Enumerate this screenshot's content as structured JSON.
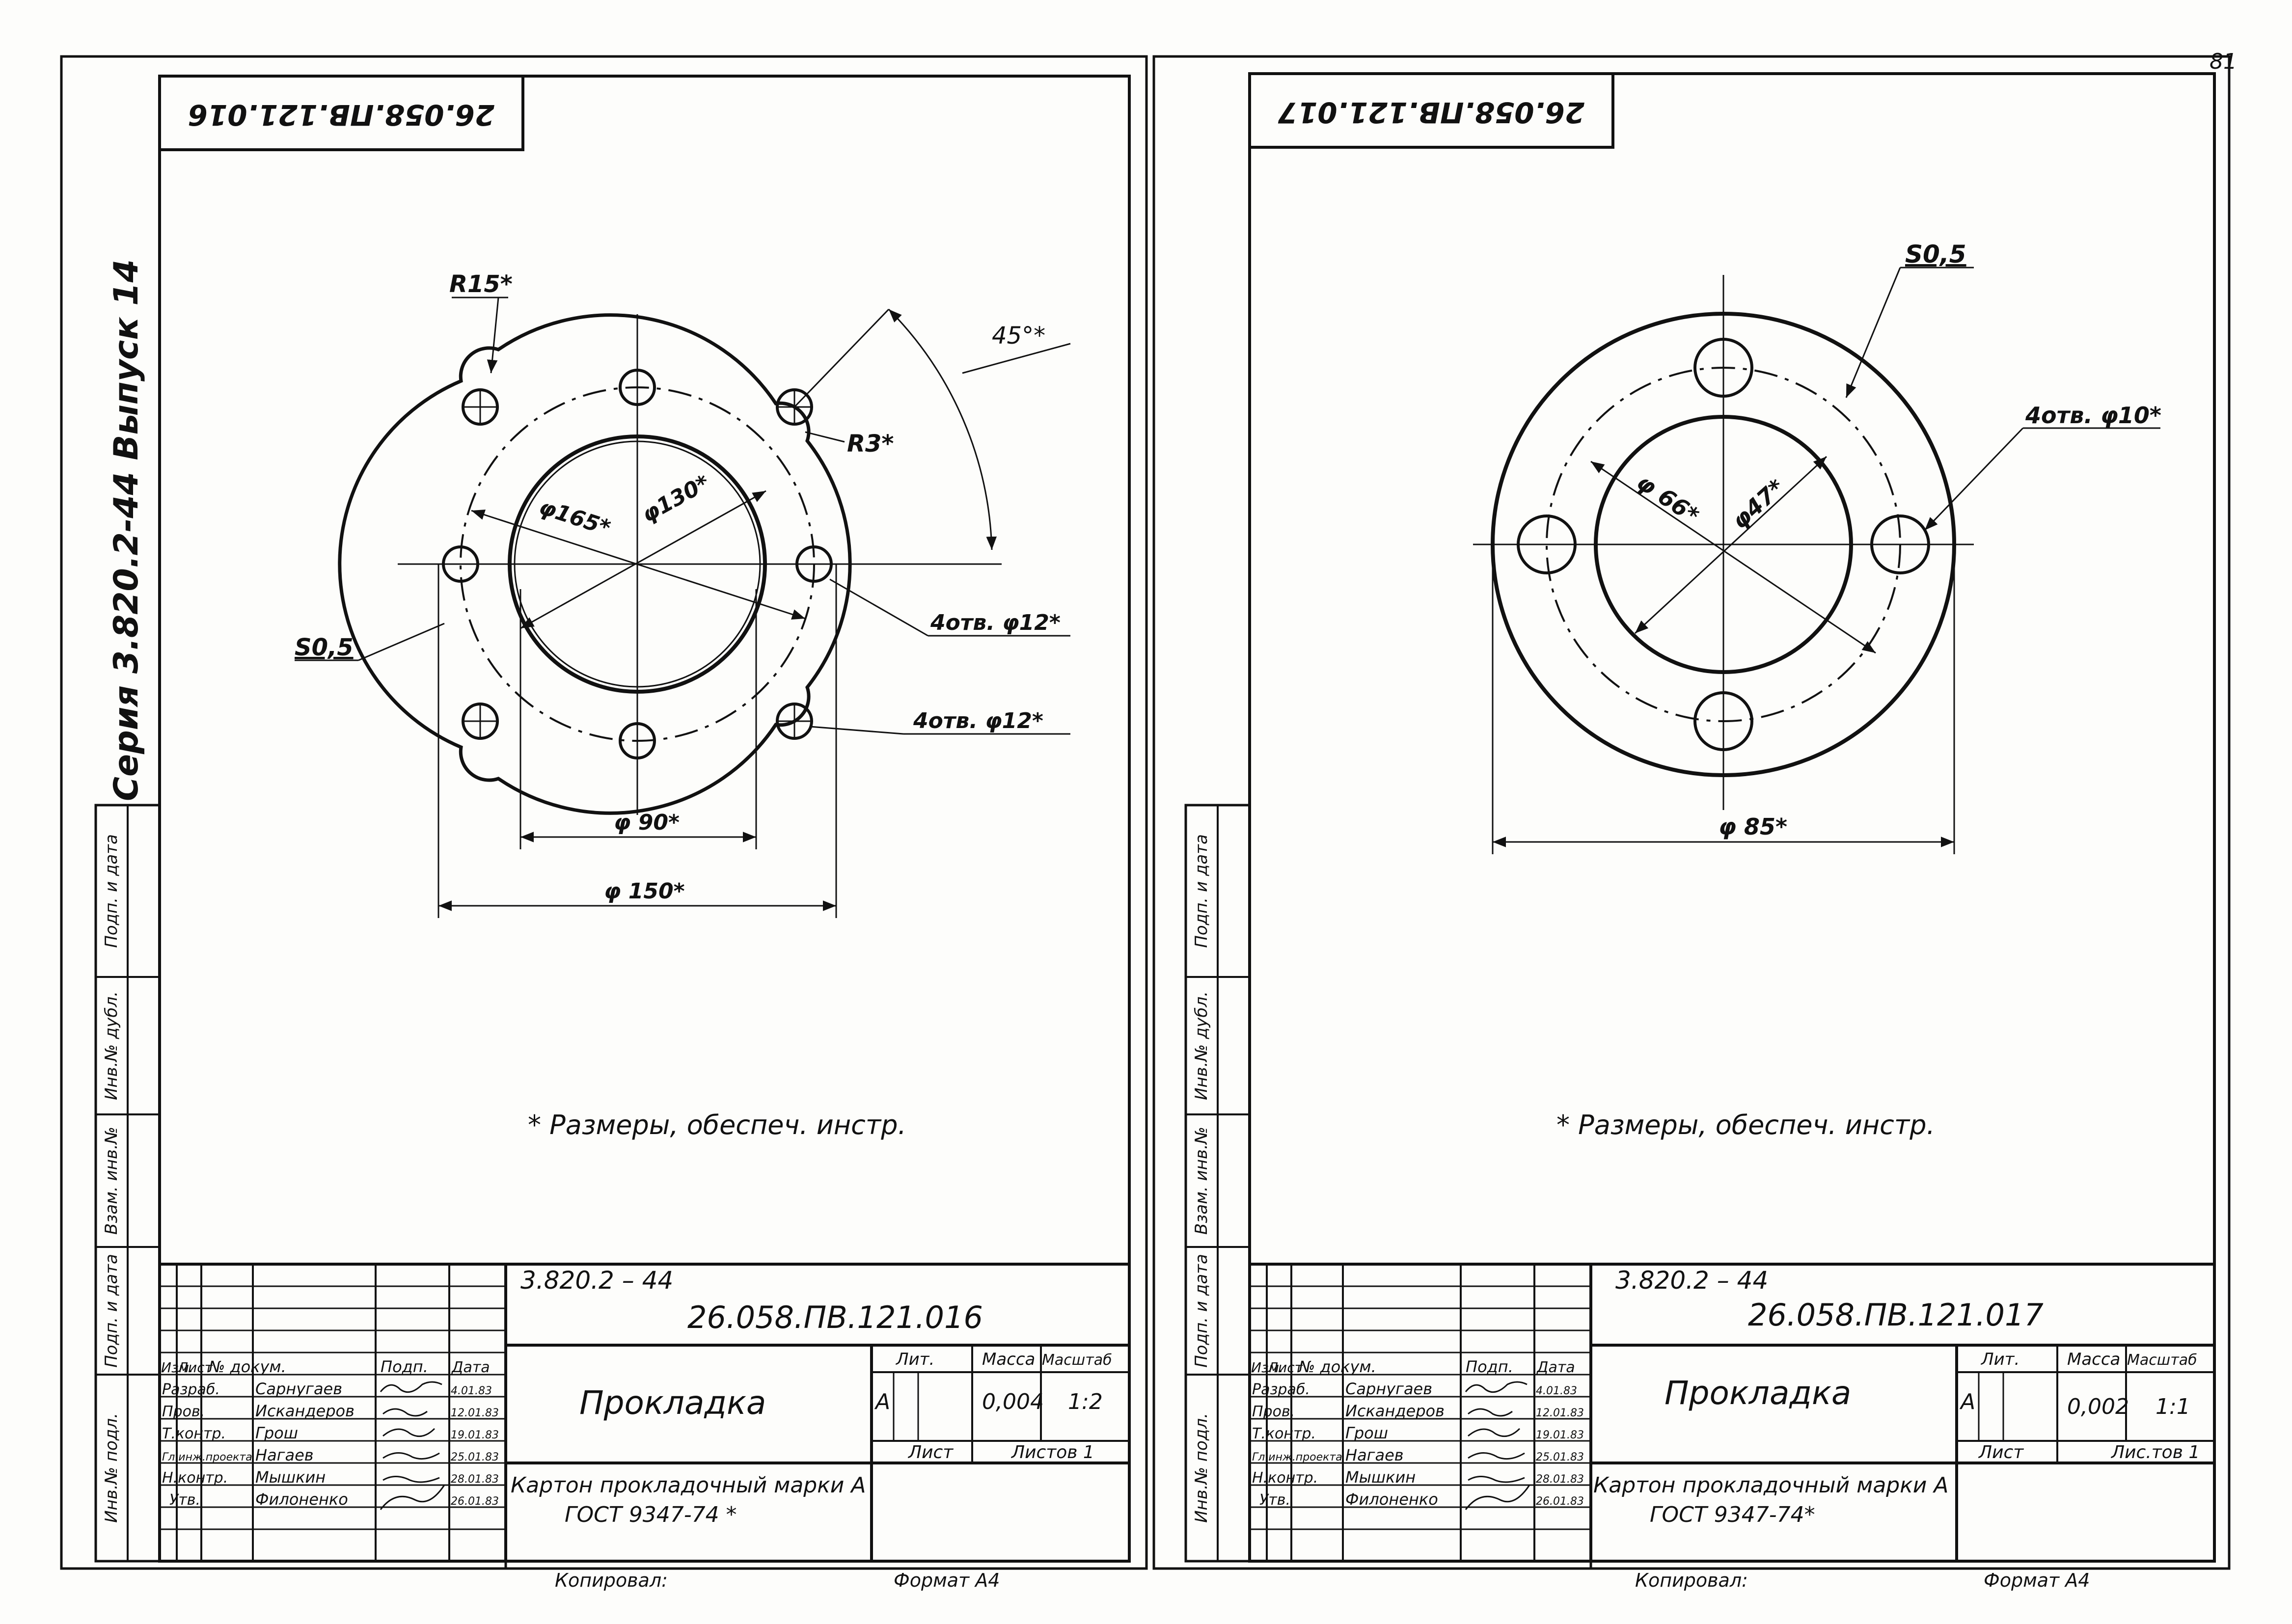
{
  "page_number": "81",
  "left": {
    "stamp_code": "26.058.ПВ.121.016",
    "series_label": "Серия 3.820.2-44 Выпуск 14",
    "dims": {
      "r15": "R15*",
      "a45": "45°*",
      "r3": "R3*",
      "d165": "φ165*",
      "d130": "φ130*",
      "s05": "S0,5",
      "holes_a": "4отв. φ12*",
      "holes_b": "4отв. φ12*",
      "d90": "φ 90*",
      "d150": "φ 150*"
    },
    "note": "* Размеры, обеспеч. инстр.",
    "tb": {
      "series": "3.820.2 – 44",
      "code": "26.058.ПВ.121.016",
      "name": "Прокладка",
      "material_1": "Картон прокладочный марки А",
      "material_2": "ГОСТ 9347-74 *",
      "col_izm": "Изм.",
      "col_list": "Лист",
      "col_doc": "№ докум.",
      "col_podp": "Подп.",
      "col_date": "Дата",
      "lit_h": "Лит.",
      "mass_h": "Масса",
      "scale_h": "Масштаб",
      "lit": "А",
      "mass": "0,004",
      "scale": "1:2",
      "sheet_h": "Лист",
      "sheets_h": "Листов 1",
      "roles": [
        "Разраб.",
        "Пров.",
        "Т.контр.",
        "Гл.инж.проекта",
        "Н.контр.",
        "Утв."
      ],
      "people": [
        "Сарнугаев",
        "Искандеров",
        "Грош",
        "Нагаев",
        "Мышкин",
        "Филоненко"
      ],
      "dates": [
        "4.01.83",
        "12.01.83",
        "19.01.83",
        "25.01.83",
        "28.01.83",
        "26.01.83"
      ],
      "copied": "Копировал:",
      "format": "Формат А4"
    },
    "side": [
      "Инв.№ подл.",
      "Подп. и дата",
      "Взам. инв.№",
      "Инв.№ дубл.",
      "Подп. и дата"
    ]
  },
  "right": {
    "stamp_code": "26.058.ПВ.121.017",
    "dims": {
      "s05": "S0,5",
      "holes": "4отв. φ10*",
      "d66": "φ 66*",
      "d47": "φ47*",
      "d85": "φ 85*"
    },
    "note": "* Размеры, обеспеч. инстр.",
    "tb": {
      "series": "3.820.2 – 44",
      "code": "26.058.ПВ.121.017",
      "name": "Прокладка",
      "material_1": "Картон прокладочный марки А",
      "material_2": "ГОСТ 9347-74*",
      "col_izm": "Изм.",
      "col_list": "Лист",
      "col_doc": "№ докум.",
      "col_podp": "Подп.",
      "col_date": "Дата",
      "lit_h": "Лит.",
      "mass_h": "Масса",
      "scale_h": "Масштаб",
      "lit": "А",
      "mass": "0,002",
      "scale": "1:1",
      "sheet_h": "Лист",
      "sheets_h": "Лис.тов 1",
      "roles": [
        "Разраб.",
        "Пров.",
        "Т.контр.",
        "Гл.инж.проекта",
        "Н.контр.",
        "Утв."
      ],
      "people": [
        "Сарнугаев",
        "Искандеров",
        "Грош",
        "Нагаев",
        "Мышкин",
        "Филоненко"
      ],
      "dates": [
        "4.01.83",
        "12.01.83",
        "19.01.83",
        "25.01.83",
        "28.01.83",
        "26.01.83"
      ],
      "copied": "Копировал:",
      "format": "Формат А4"
    },
    "side": [
      "Инв.№ подл.",
      "Подп. и дата",
      "Взам. инв.№",
      "Инв.№ дубл.",
      "Подп. и дата"
    ]
  }
}
